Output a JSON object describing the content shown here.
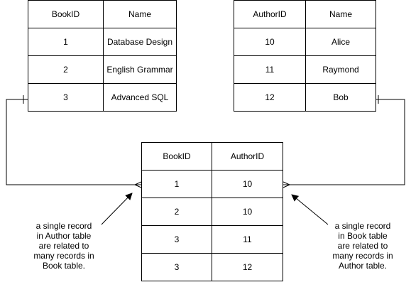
{
  "books_table": {
    "headers": [
      "BookID",
      "Name"
    ],
    "rows": [
      [
        "1",
        "Database Design"
      ],
      [
        "2",
        "English Grammar"
      ],
      [
        "3",
        "Advanced SQL"
      ]
    ]
  },
  "authors_table": {
    "headers": [
      "AuthorID",
      "Name"
    ],
    "rows": [
      [
        "10",
        "Alice"
      ],
      [
        "11",
        "Raymond"
      ],
      [
        "12",
        "Bob"
      ]
    ]
  },
  "book_authors_table": {
    "headers": [
      "BookID",
      "AuthorID"
    ],
    "rows": [
      [
        "1",
        "10"
      ],
      [
        "2",
        "10"
      ],
      [
        "3",
        "11"
      ],
      [
        "3",
        "12"
      ]
    ]
  },
  "annotations": {
    "left": [
      "a single record",
      "in Author table",
      "are related to",
      "many records in",
      "Book table."
    ],
    "right": [
      "a single record",
      "in Book table",
      "are related to",
      "many records in",
      "Author table."
    ]
  },
  "relations": [
    {
      "from": "books_table.row3",
      "to": "book_authors_table.row1",
      "cardinality": "one-to-many"
    },
    {
      "from": "authors_table.row3",
      "to": "book_authors_table.row1",
      "cardinality": "one-to-many"
    }
  ]
}
